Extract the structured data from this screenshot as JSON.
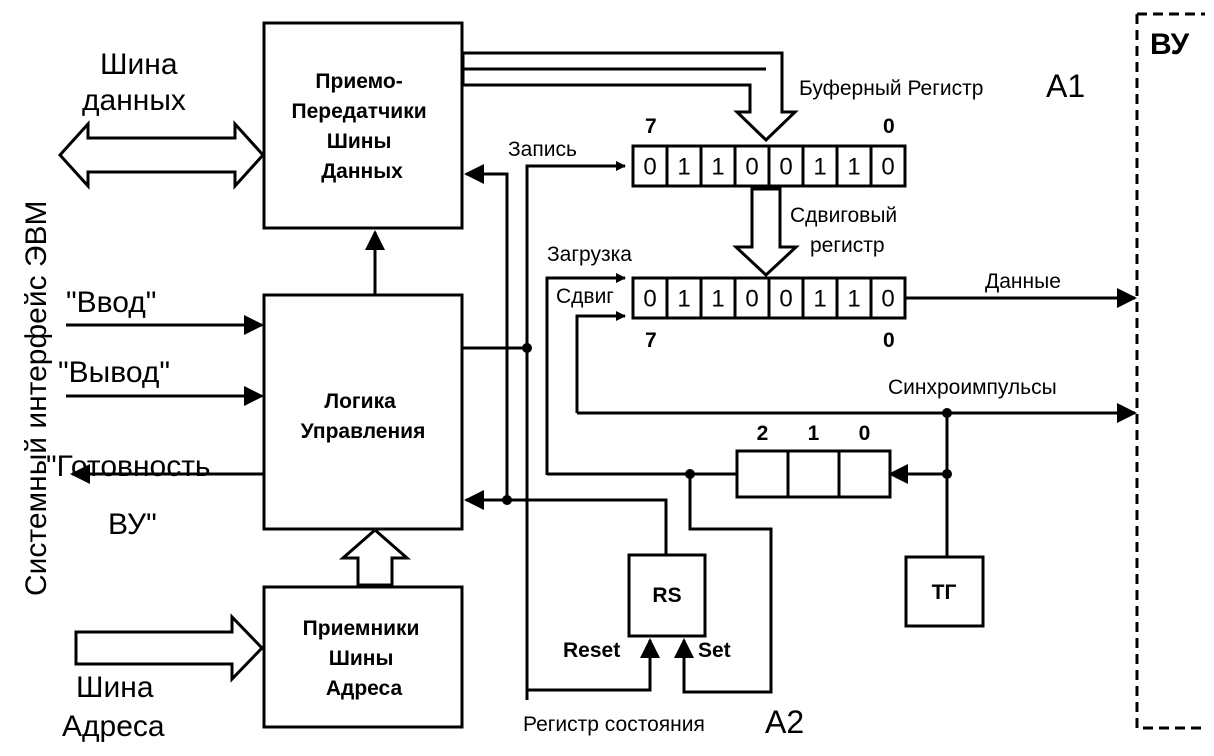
{
  "left_interface_label": "Системный интерфейс ЭВМ",
  "device_label": "ВУ",
  "data_bus": {
    "line1": "Шина",
    "line2": "данных"
  },
  "address_bus": {
    "line1": "Шина",
    "line2": "Адреса"
  },
  "signals": {
    "input": "\"Ввод\"",
    "output": "\"Вывод\"",
    "ready_line1": "\"Готовность",
    "ready_line2": "ВУ\""
  },
  "blocks": {
    "transceivers": [
      "Приемо-",
      "Передатчики",
      "Шины",
      "Данных"
    ],
    "control_logic": [
      "Логика",
      "Управления"
    ],
    "address_receivers": [
      "Приемники",
      "Шины",
      "Адреса"
    ],
    "rs": "RS",
    "tg": "ТГ"
  },
  "buffer_register": {
    "title": "Буферный Регистр",
    "tag": "А1",
    "msb": "7",
    "lsb": "0",
    "bits": [
      "0",
      "1",
      "1",
      "0",
      "0",
      "1",
      "1",
      "0"
    ],
    "write_label": "Запись"
  },
  "shift_register": {
    "title_line1": "Сдвиговый",
    "title_line2": "регистр",
    "msb": "7",
    "lsb": "0",
    "bits": [
      "0",
      "1",
      "1",
      "0",
      "0",
      "1",
      "1",
      "0"
    ],
    "load_label": "Загрузка",
    "shift_label": "Сдвиг",
    "output_label": "Данные"
  },
  "sync_label": "Синхроимпульсы",
  "counter": {
    "labels": [
      "2",
      "1",
      "0"
    ]
  },
  "status_register": {
    "title": "Регистр состояния",
    "tag": "А2",
    "reset_label": "Reset",
    "set_label": "Set"
  }
}
